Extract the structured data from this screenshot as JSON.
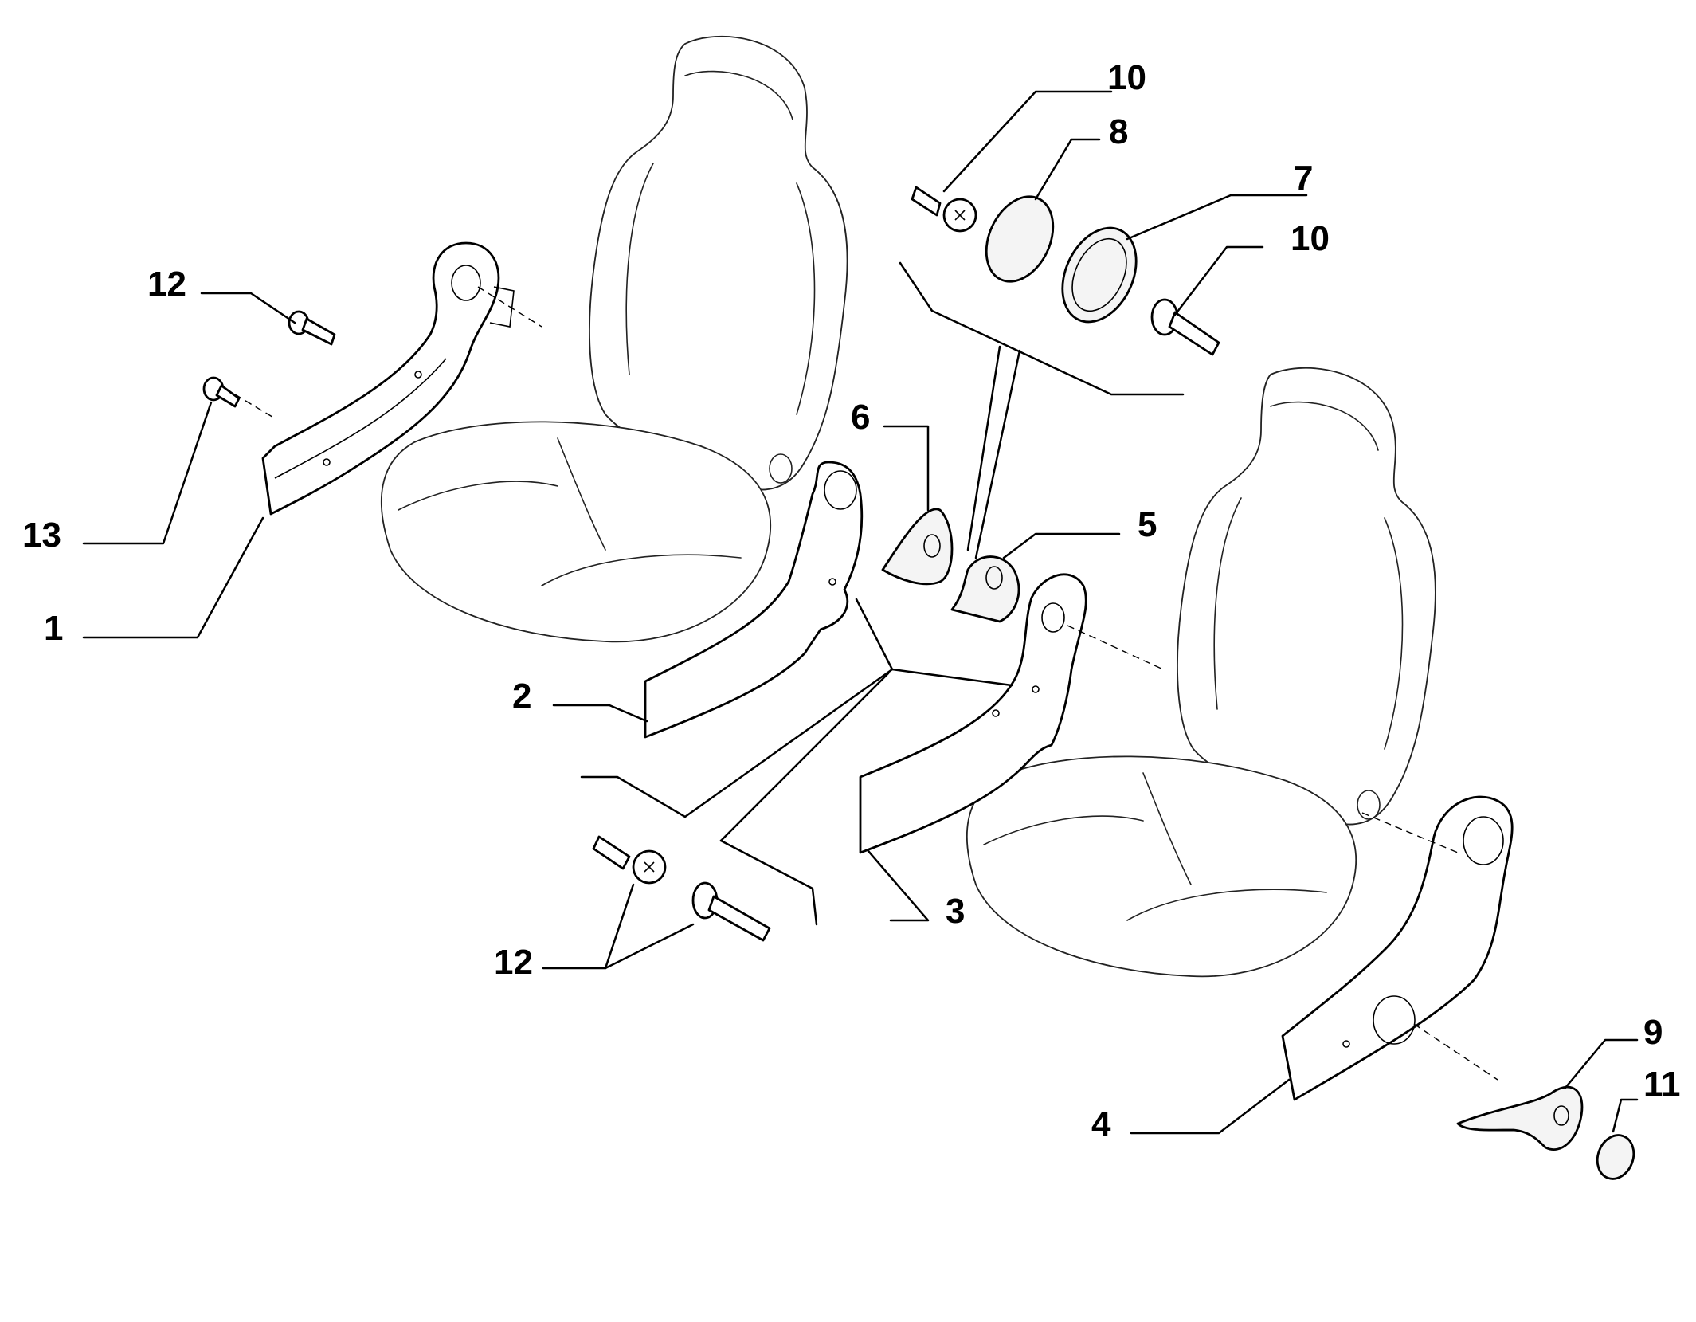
{
  "diagram": {
    "callouts": [
      {
        "id": "c1",
        "label": "1"
      },
      {
        "id": "c2",
        "label": "2"
      },
      {
        "id": "c3",
        "label": "3"
      },
      {
        "id": "c4",
        "label": "4"
      },
      {
        "id": "c5",
        "label": "5"
      },
      {
        "id": "c6",
        "label": "6"
      },
      {
        "id": "c7",
        "label": "7"
      },
      {
        "id": "c8",
        "label": "8"
      },
      {
        "id": "c9",
        "label": "9"
      },
      {
        "id": "c10a",
        "label": "10"
      },
      {
        "id": "c10b",
        "label": "10"
      },
      {
        "id": "c11",
        "label": "11"
      },
      {
        "id": "c12a",
        "label": "12"
      },
      {
        "id": "c12b",
        "label": "12"
      },
      {
        "id": "c13",
        "label": "13"
      }
    ]
  }
}
